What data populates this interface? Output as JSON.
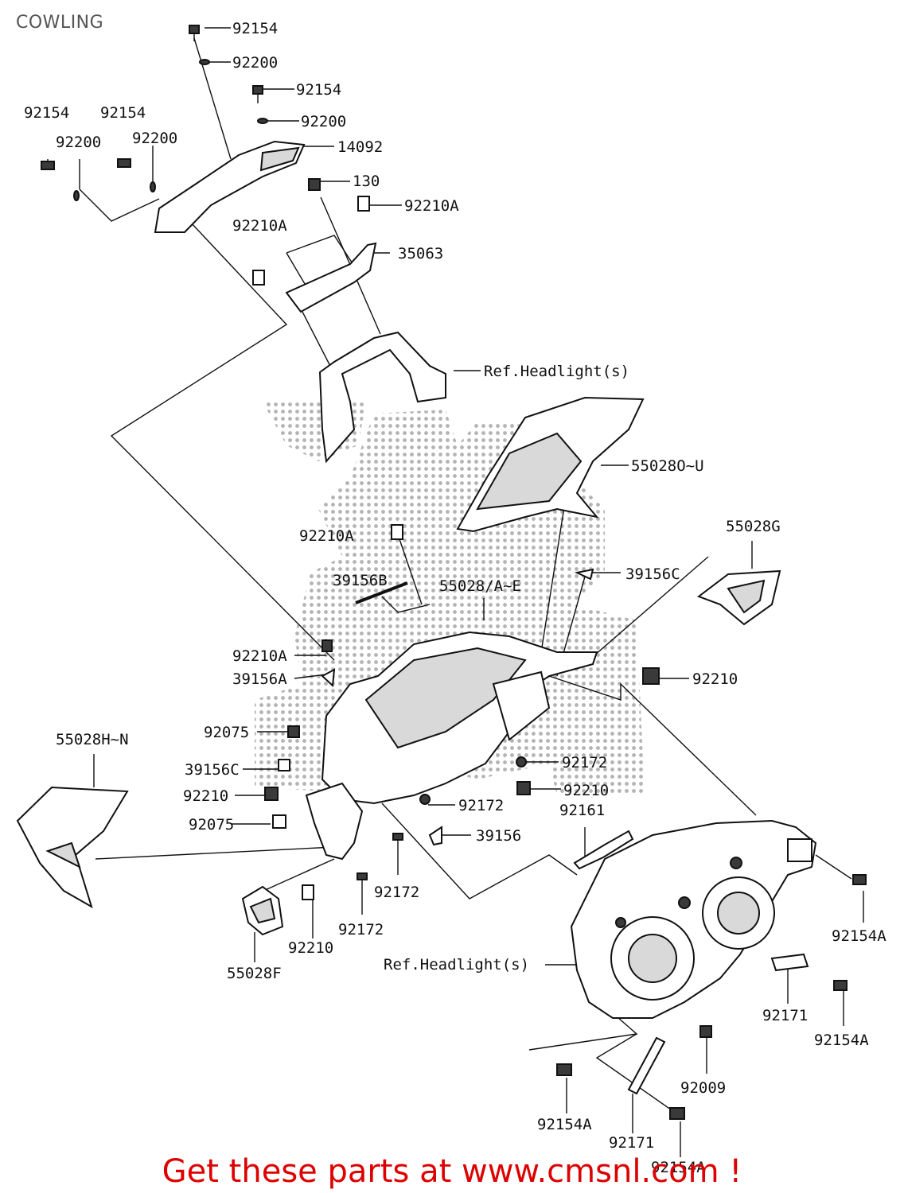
{
  "title": "COWLING",
  "footer": "Get these parts at www.cmsnl.com !",
  "colors": {
    "footer": "#dd0000",
    "line": "#111111",
    "watermark": "#9a9a9a"
  },
  "labels": {
    "l01": "92154",
    "l02": "92200",
    "l03": "92154",
    "l04": "92200",
    "l05": "92154",
    "l06": "92154",
    "l07": "92200",
    "l08": "92200",
    "l09": "14092",
    "l10": "130",
    "l11": "92210A",
    "l12": "92210A",
    "l13": "35063",
    "l14": "Ref.Headlight(s)",
    "l15": "55028O~U",
    "l16": "55028G",
    "l17": "92210A",
    "l18": "39156B",
    "l19": "55028/A~E",
    "l20": "39156C",
    "l21": "92210A",
    "l22": "39156A",
    "l23": "92210",
    "l24": "92075",
    "l25": "55028H~N",
    "l26": "92172",
    "l27": "39156C",
    "l28": "92210",
    "l29": "92210",
    "l30": "92172",
    "l31": "92161",
    "l32": "92075",
    "l33": "39156",
    "l34": "92172",
    "l35": "92172",
    "l36": "92210",
    "l37": "55028F",
    "l38": "Ref.Headlight(s)",
    "l39": "92154A",
    "l40": "92171",
    "l41": "92154A",
    "l42": "92009",
    "l43": "92154A",
    "l44": "92171",
    "l45": "92154A"
  }
}
